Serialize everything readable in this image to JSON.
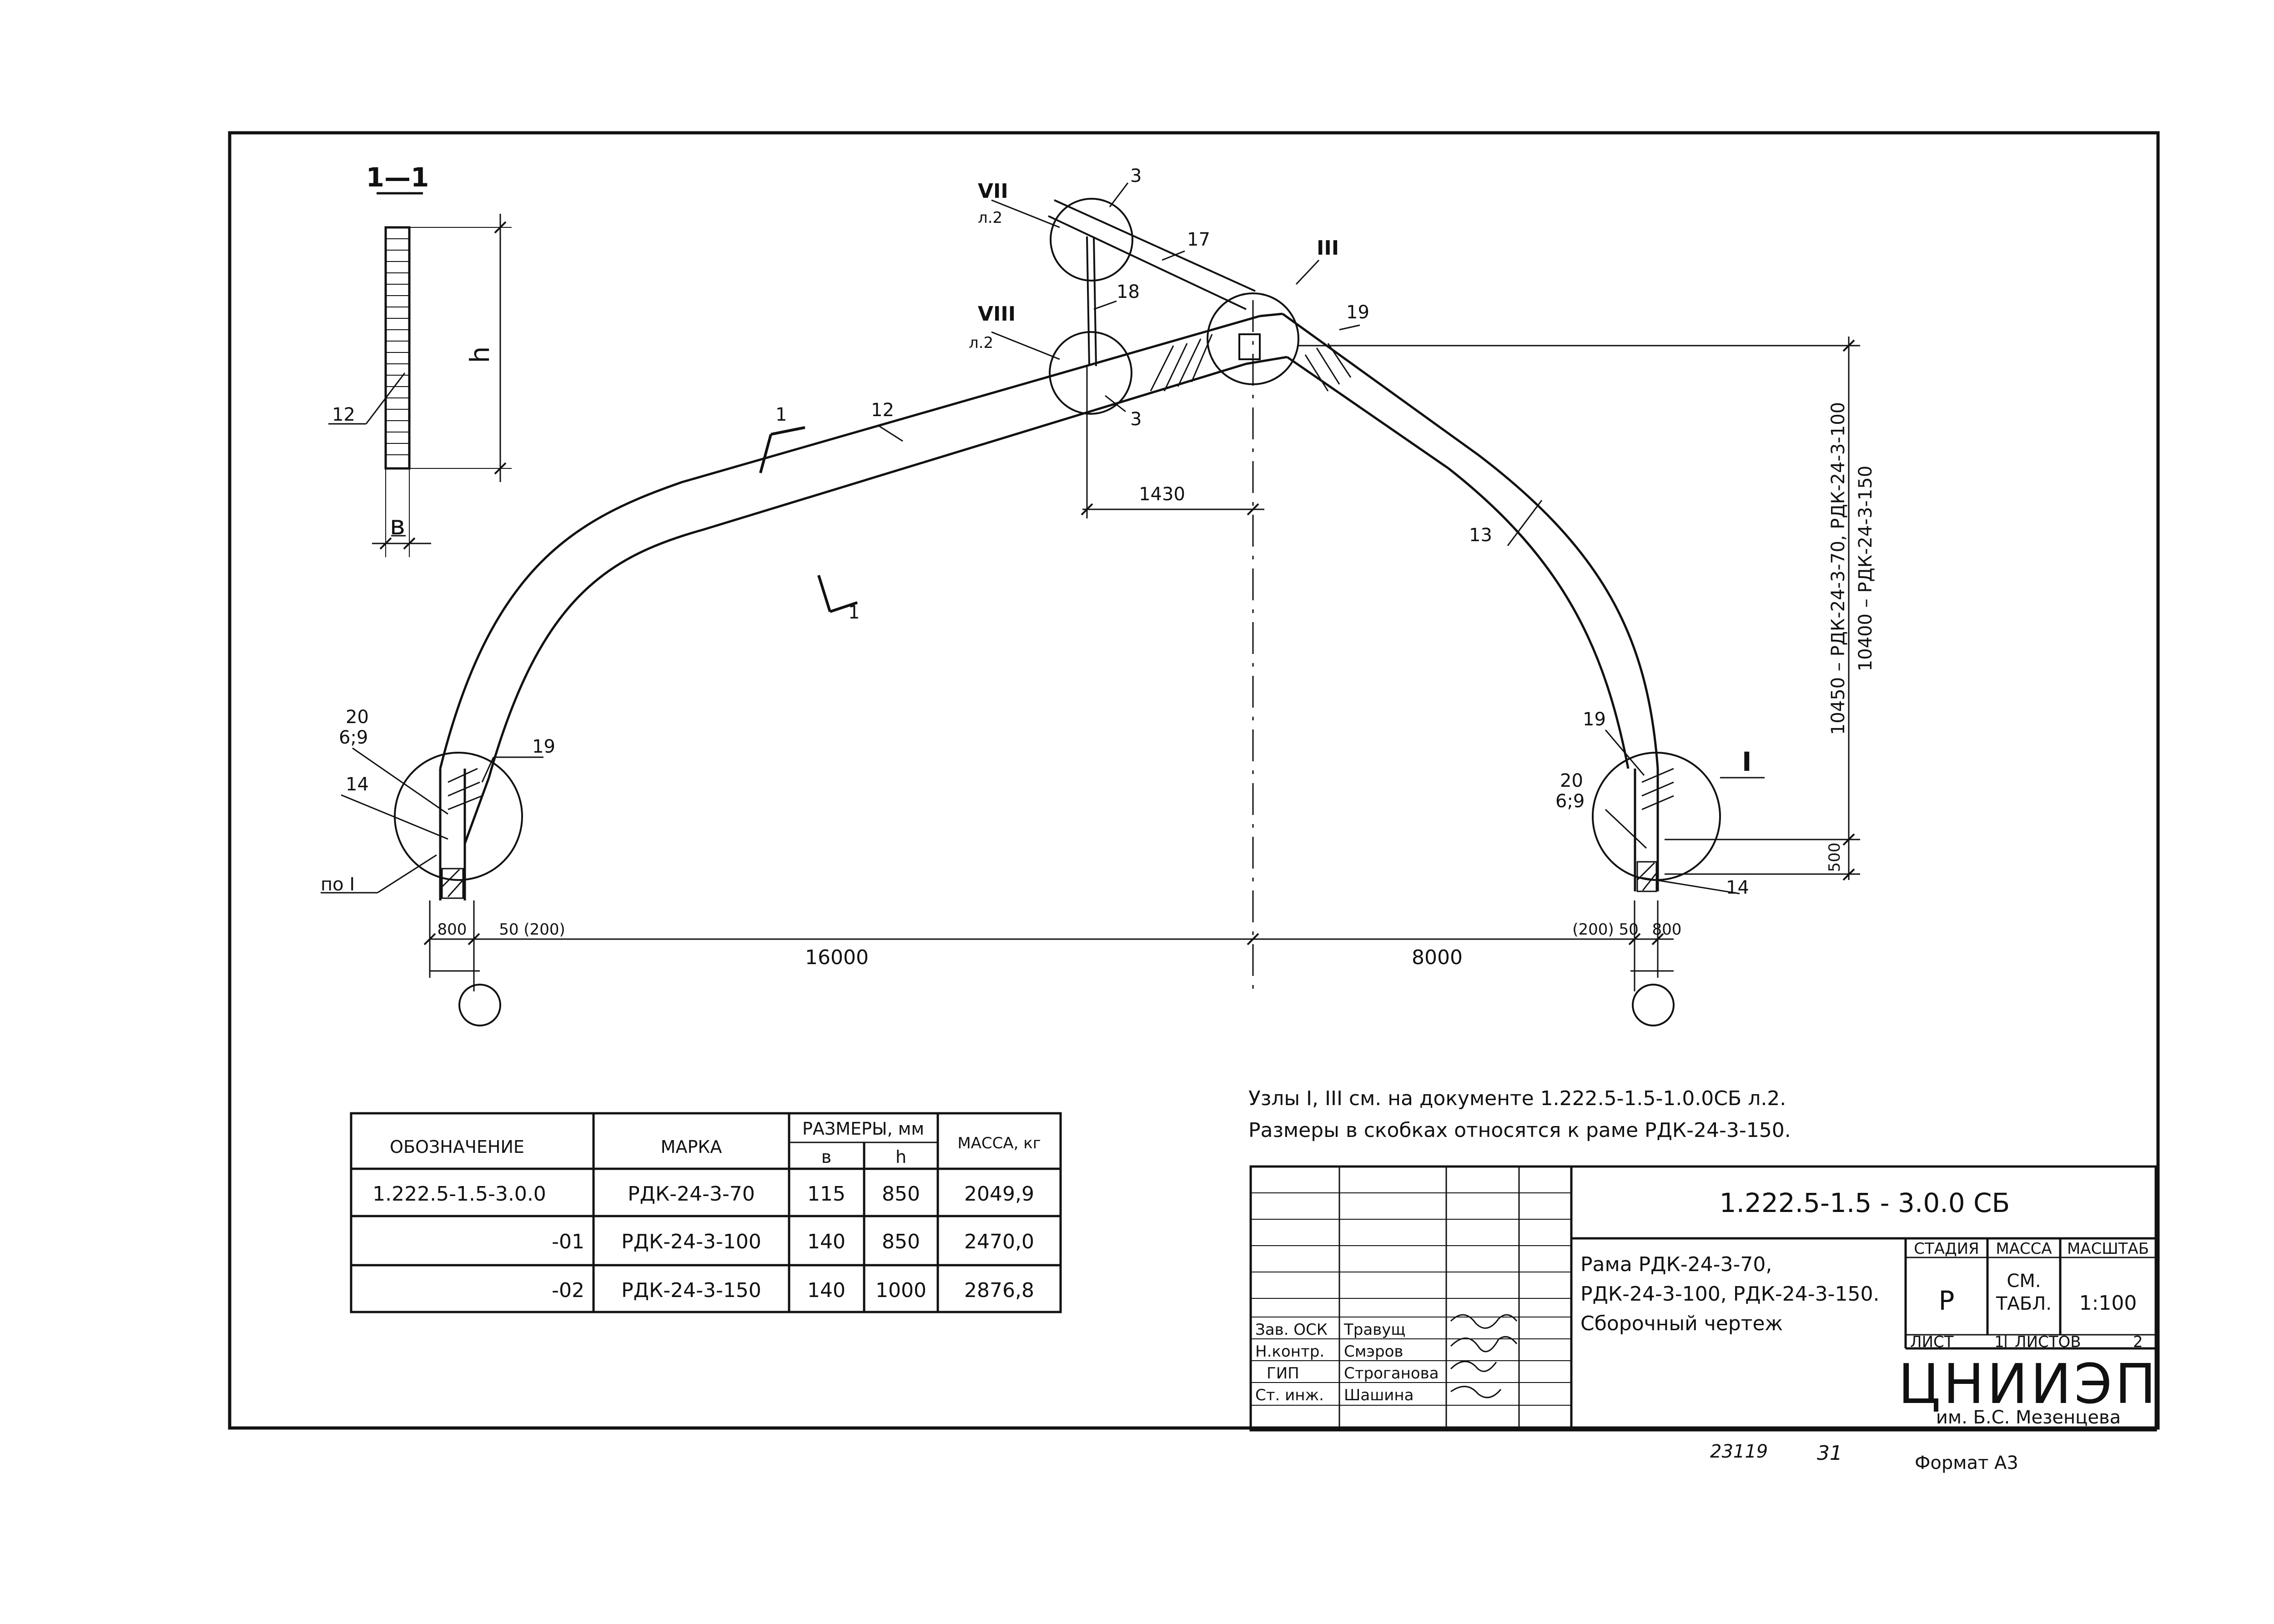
{
  "section": {
    "title": "1—1",
    "b": "в",
    "h": "h",
    "pos": "12"
  },
  "marks": {
    "m3_top": "3",
    "m17": "17",
    "m18": "18",
    "m19_top": "19",
    "m3_mid": "3",
    "m12": "12",
    "m13": "13",
    "m1_top": "1",
    "m1_bot": "1",
    "m20_left": "20",
    "m20_left_sub": "6;9",
    "m19_left": "19",
    "m14_left": "14",
    "m19_right": "19",
    "m20_right": "20",
    "m20_right_sub": "6;9",
    "m14_right": "14"
  },
  "nodes": {
    "n7": "VII",
    "n7_sheet": "л.2",
    "n8": "VIII",
    "n8_sheet": "л.2",
    "n3": "III",
    "n1": "I",
    "po1": "по I"
  },
  "dims": {
    "d1430": "1430",
    "d16000": "16000",
    "d8000": "8000",
    "d500": "500",
    "d800_l": "800",
    "d50_l": "50 (200)",
    "d800_r": "800",
    "d50_r": "(200) 50",
    "h_line1": "10450 – РДК-24-3-70, РДК-24-3-100",
    "h_line2": "10400 – РДК-24-3-150"
  },
  "notes": [
    "Узлы I, III см. на документе 1.222.5-1.5-1.0.0СБ л.2.",
    "Размеры в скобках относятся к раме РДК-24-3-150."
  ],
  "table": {
    "headers": {
      "designation": "ОБОЗНАЧЕНИЕ",
      "mark": "МАРКА",
      "sizes": "РАЗМЕРЫ, мм",
      "b": "в",
      "h": "h",
      "mass": "МАССА, кг"
    },
    "rows": [
      {
        "designation": "1.222.5-1.5-3.0.0",
        "mark": "РДК-24-3-70",
        "b": "115",
        "h": "850",
        "mass": "2049,9"
      },
      {
        "designation": "-01",
        "mark": "РДК-24-3-100",
        "b": "140",
        "h": "850",
        "mass": "2470,0"
      },
      {
        "designation": "-02",
        "mark": "РДК-24-3-150",
        "b": "140",
        "h": "1000",
        "mass": "2876,8"
      }
    ]
  },
  "stamp": {
    "doc_code": "1.222.5-1.5 - 3.0.0 СБ",
    "title_l1": "Рама РДК-24-3-70,",
    "title_l2": "РДК-24-3-100, РДК-24-3-150.",
    "title_l3": "Сборочный чертеж",
    "stage_h": "СТАДИЯ",
    "mass_h": "МАССА",
    "scale_h": "МАСШТАБ",
    "stage_v": "Р",
    "mass_v1": "СМ.",
    "mass_v2": "ТАБЛ.",
    "scale_v": "1:100",
    "sheet_l": "ЛИСТ",
    "sheet_v": "1",
    "sheets_l": "ЛИСТОВ",
    "sheets_v": "2",
    "org": "ЦНИИЭП",
    "org_sub": "им. Б.С. Мезенцева",
    "people": [
      {
        "role": "Зав. ОСК",
        "name": "Травущ"
      },
      {
        "role": "Н.контр.",
        "name": "Смэров"
      },
      {
        "role": "ГИП",
        "name": "Строганова"
      },
      {
        "role": "Ст. инж.",
        "name": "Шашина"
      }
    ]
  },
  "footer": {
    "inv": "23119",
    "num": "31",
    "format": "Формат А3"
  }
}
